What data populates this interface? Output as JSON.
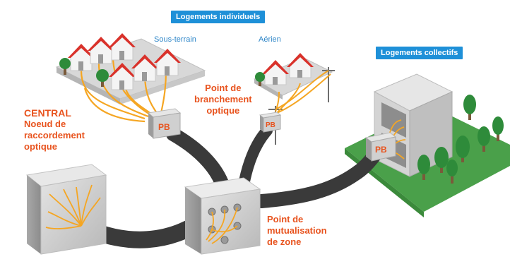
{
  "labels": {
    "logements_individuels": "Logements individuels",
    "sous_terrain": "Sous-terrain",
    "aerien": "Aérien",
    "logements_collectifs": "Logements collectifs",
    "central_title": "CENTRAL",
    "central_l1": "Noeud de",
    "central_l2": "raccordement",
    "central_l3": "optique",
    "pb_l1": "Point de",
    "pb_l2": "branchement",
    "pb_l3": "optique",
    "pm_l1": "Point de",
    "pm_l2": "mutualisation",
    "pm_l3": "de zone",
    "pb_tag_1": "PB",
    "pb_tag_2": "PB",
    "pb_tag_3": "PB"
  },
  "colors": {
    "accent_blue": "#1e90d8",
    "label_orange": "#e8531e",
    "fiber_orange": "#f5a623",
    "cable_dark": "#3a3a3a",
    "roof_red": "#d9322b",
    "grass_green": "#4aa04a",
    "tree_green": "#2e8b3a"
  },
  "icons": [
    "house-icon",
    "tree-icon",
    "utility-pole-icon",
    "building-icon",
    "distribution-box-icon"
  ]
}
